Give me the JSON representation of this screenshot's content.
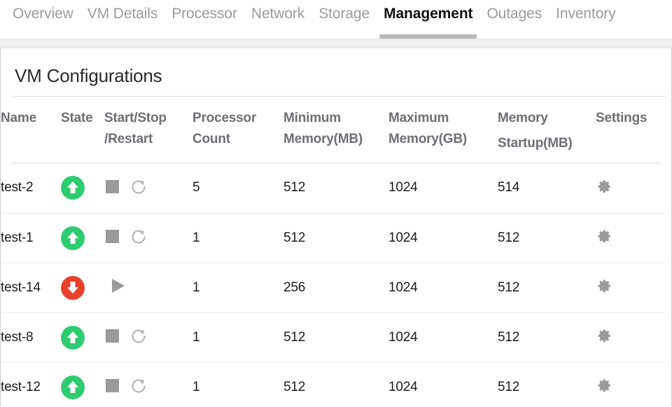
{
  "tabs": [
    {
      "label": "Overview",
      "active": false
    },
    {
      "label": "VM Details",
      "active": false
    },
    {
      "label": "Processor",
      "active": false
    },
    {
      "label": "Network",
      "active": false
    },
    {
      "label": "Storage",
      "active": false
    },
    {
      "label": "Management",
      "active": true
    },
    {
      "label": "Outages",
      "active": false
    },
    {
      "label": "Inventory",
      "active": false
    }
  ],
  "panel": {
    "title": "VM Configurations"
  },
  "table": {
    "headers": {
      "name": "Name",
      "state": "State",
      "control_line1": "Start/Stop",
      "control_line2": "/Restart",
      "processor_line1": "Processor",
      "processor_line2": "Count",
      "minimum_line1": "Minimum",
      "minimum_line2": "Memory(MB)",
      "maximum_line1": "Maximum",
      "maximum_line2": "Memory(GB)",
      "memory_line1": "Memory",
      "memory_line2": "Startup(MB)",
      "settings": "Settings"
    },
    "rows": [
      {
        "name": "test-2",
        "state": "running",
        "state_icon": "arrow-up-circle-green-icon",
        "controls": [
          "stop-icon",
          "restart-icon"
        ],
        "processor_count": "5",
        "minimum_memory_mb": "512",
        "maximum_memory_gb": "1024",
        "memory_startup_mb": "514",
        "settings_icon": "gear-icon"
      },
      {
        "name": "test-1",
        "state": "running",
        "state_icon": "arrow-up-circle-green-icon",
        "controls": [
          "stop-icon",
          "restart-icon"
        ],
        "processor_count": "1",
        "minimum_memory_mb": "512",
        "maximum_memory_gb": "1024",
        "memory_startup_mb": "512",
        "settings_icon": "gear-icon"
      },
      {
        "name": "test-14",
        "state": "stopped",
        "state_icon": "arrow-down-circle-red-icon",
        "controls": [
          "play-icon"
        ],
        "processor_count": "1",
        "minimum_memory_mb": "256",
        "maximum_memory_gb": "1024",
        "memory_startup_mb": "512",
        "settings_icon": "gear-icon"
      },
      {
        "name": "test-8",
        "state": "running",
        "state_icon": "arrow-up-circle-green-icon",
        "controls": [
          "stop-icon",
          "restart-icon"
        ],
        "processor_count": "1",
        "minimum_memory_mb": "512",
        "maximum_memory_gb": "1024",
        "memory_startup_mb": "512",
        "settings_icon": "gear-icon"
      },
      {
        "name": "test-12",
        "state": "running",
        "state_icon": "arrow-up-circle-green-icon",
        "controls": [
          "stop-icon",
          "restart-icon"
        ],
        "processor_count": "1",
        "minimum_memory_mb": "512",
        "maximum_memory_gb": "1024",
        "memory_startup_mb": "512",
        "settings_icon": "gear-icon"
      }
    ]
  },
  "colors": {
    "state_running": "#2ecc71",
    "state_stopped": "#e8402a",
    "icon_gray": "#9a9a9a",
    "active_tab_underline": "#b9b9b9",
    "header_text": "#6d6f74"
  }
}
